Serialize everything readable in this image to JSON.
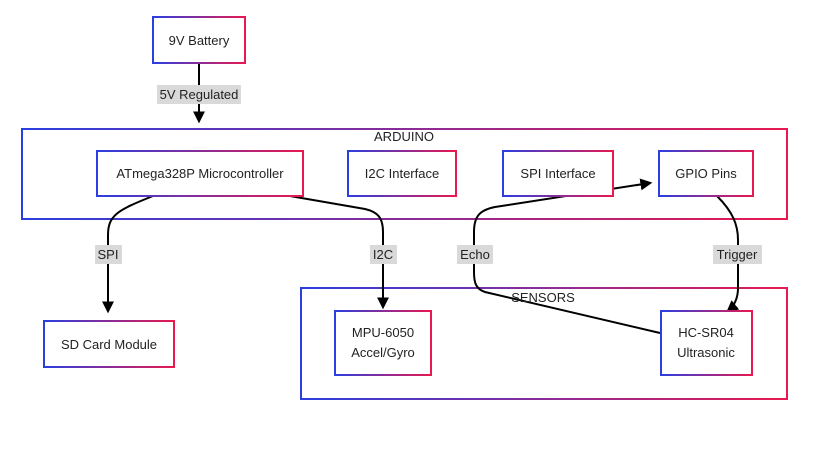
{
  "diagram": {
    "nodes": {
      "battery": {
        "label": "9V Battery"
      },
      "atmega": {
        "label": "ATmega328P Microcontroller"
      },
      "i2c_iface": {
        "label": "I2C Interface"
      },
      "spi_iface": {
        "label": "SPI Interface"
      },
      "gpio": {
        "label": "GPIO Pins"
      },
      "sdcard": {
        "label": "SD Card Module"
      },
      "mpu": {
        "label_line1": "MPU-6050",
        "label_line2": "Accel/Gyro"
      },
      "hcsr04": {
        "label_line1": "HC-SR04",
        "label_line2": "Ultrasonic"
      }
    },
    "groups": {
      "arduino": {
        "label": "ARDUINO"
      },
      "sensors": {
        "label": "SENSORS"
      }
    },
    "edges": {
      "battery_to_arduino": {
        "label": "5V Regulated"
      },
      "atmega_to_sd": {
        "label": "SPI"
      },
      "atmega_to_mpu": {
        "label": "I2C"
      },
      "hc_to_gpio": {
        "label": "Echo"
      },
      "gpio_to_hc": {
        "label": "Trigger"
      }
    },
    "colors": {
      "gradient_start": "#2b3fe0",
      "gradient_end": "#e8194f",
      "edge": "#000000",
      "edge_label_bg": "#d9d9d9",
      "node_fill": "#ffffff"
    }
  }
}
